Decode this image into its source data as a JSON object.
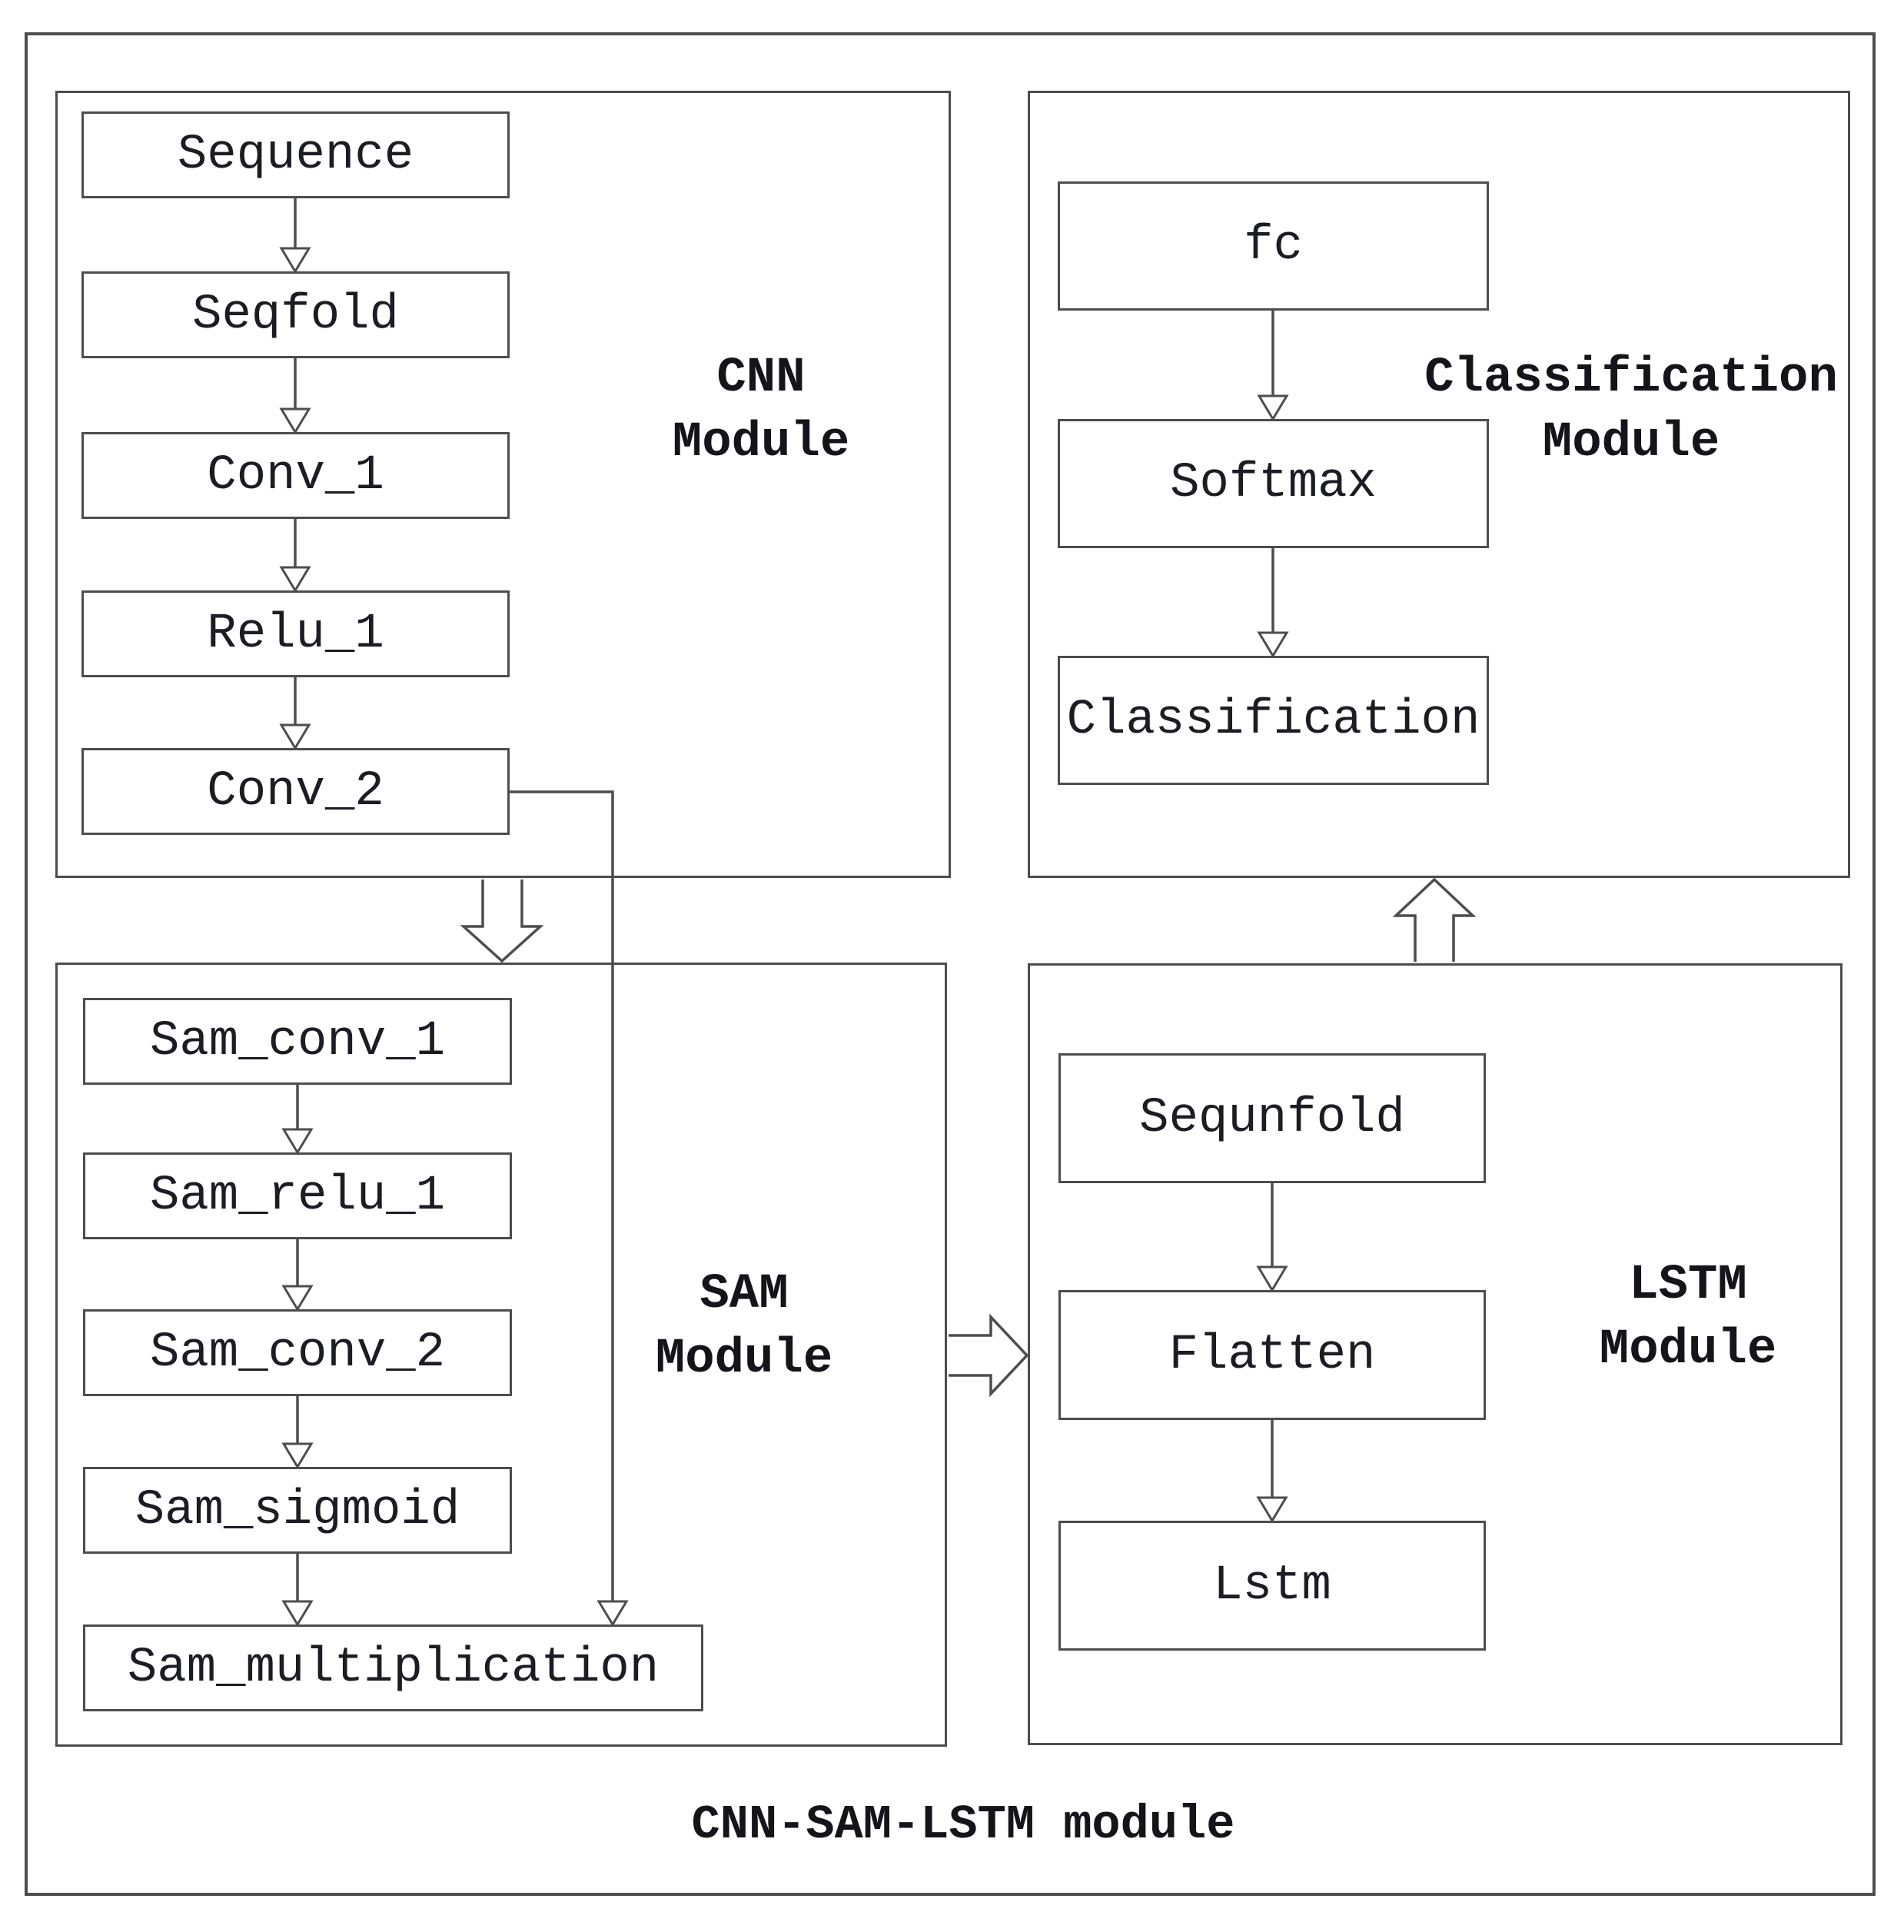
{
  "footer_label": "CNN-SAM-LSTM module",
  "colors": {
    "line": "#4d4d4d",
    "text": "#1c1c24",
    "background": "#ffffff"
  },
  "modules": {
    "cnn": {
      "label_line1": "CNN",
      "label_line2": "Module",
      "layers": [
        "Sequence",
        "Seqfold",
        "Conv_1",
        "Relu_1",
        "Conv_2"
      ]
    },
    "classification": {
      "label_line1": "Classification",
      "label_line2": "Module",
      "layers": [
        "fc",
        "Softmax",
        "Classification"
      ]
    },
    "sam": {
      "label_line1": "SAM",
      "label_line2": "Module",
      "layers": [
        "Sam_conv_1",
        "Sam_relu_1",
        "Sam_conv_2",
        "Sam_sigmoid",
        "Sam_multiplication"
      ]
    },
    "lstm": {
      "label_line1": "LSTM",
      "label_line2": "Module",
      "layers": [
        "Sequnfold",
        "Flatten",
        "Lstm"
      ]
    }
  }
}
